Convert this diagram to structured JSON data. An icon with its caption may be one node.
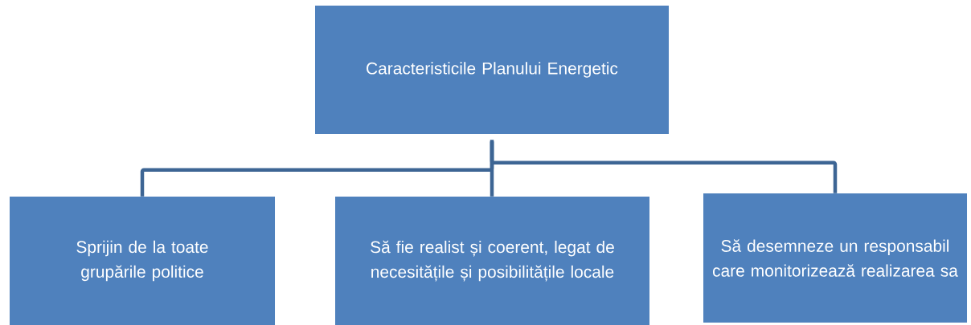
{
  "diagram": {
    "nodes": [
      {
        "text": [
          "Caracteristicile Planului Energetic"
        ]
      },
      {
        "text": [
          "Sprijin de la toate grupările politice"
        ]
      },
      {
        "text": [
          "Să fie realist și coerent, legat de necesitățile și posibilitățile locale"
        ]
      },
      {
        "text": [
          "Să desemneze  un responsabil care monitorizează realizarea sa"
        ]
      }
    ],
    "edges": [
      {
        "from": 0,
        "to": 1,
        "arrow": "none"
      },
      {
        "from": 0,
        "to": 2,
        "arrow": "none"
      },
      {
        "from": 0,
        "to": 3,
        "arrow": "none"
      }
    ]
  }
}
